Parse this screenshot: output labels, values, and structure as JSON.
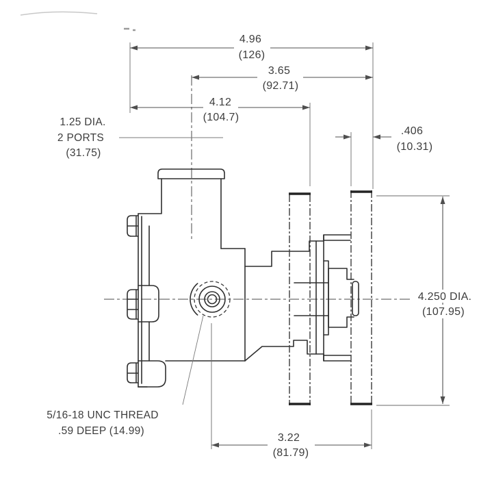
{
  "drawing": {
    "dims": {
      "overall_width": {
        "in": "4.96",
        "mm": "(126)"
      },
      "port_to_pulley_face": {
        "in": "3.65",
        "mm": "(92.71)"
      },
      "flange_to_pulley": {
        "in": "4.12",
        "mm": "(104.7)"
      },
      "pulley_flange_width": {
        "in": ".406",
        "mm": "(10.31)"
      },
      "pulley_diameter": {
        "in": "4.250 DIA.",
        "mm": "(107.95)"
      },
      "boss_to_pulley_face": {
        "in": "3.22",
        "mm": "(81.79)"
      }
    },
    "notes": {
      "ports": {
        "line1": "1.25 DIA.",
        "line2": "2 PORTS",
        "line3": "(31.75)"
      },
      "thread": {
        "line1": "5/16-18 UNC THREAD",
        "line2": ".59 DEEP (14.99)"
      }
    },
    "colors": {
      "line": "#2f2f2f",
      "dimension": "#4f4f4f",
      "text": "#3d3d3d",
      "background": "#ffffff"
    }
  }
}
